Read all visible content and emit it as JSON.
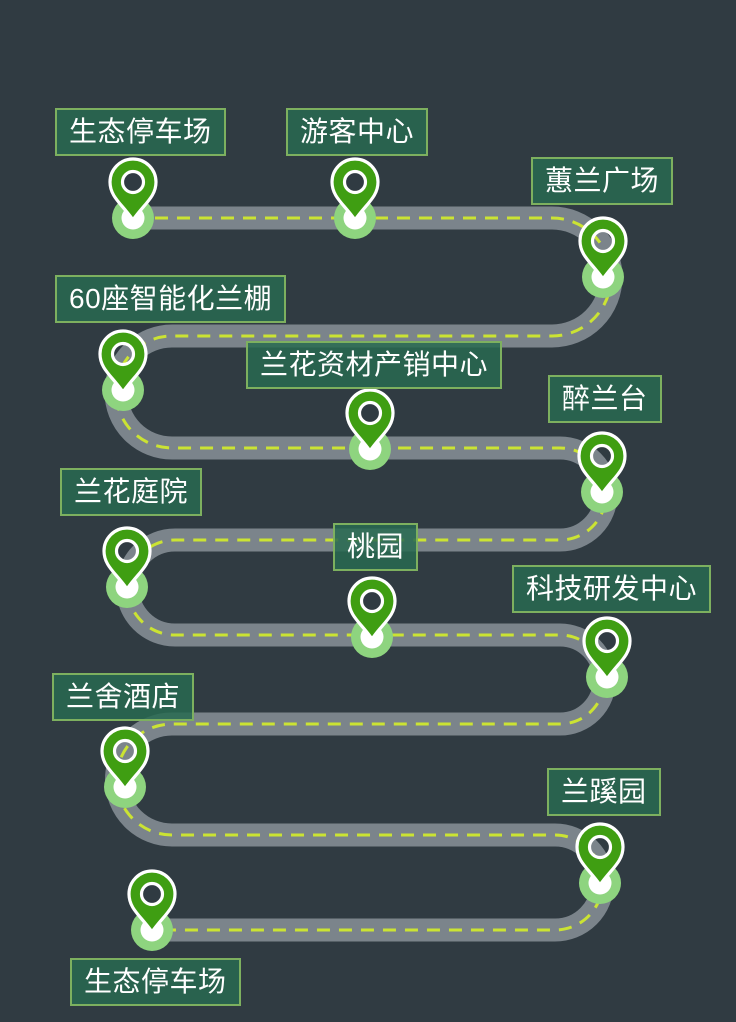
{
  "canvas": {
    "background_color": "#303b42"
  },
  "route": {
    "surface_color": "#7b848b",
    "centerline_color": "#cbe333",
    "style": "serpentine road with dashed chartreuse centerline, runs top-left to bottom-left through 8 switchbacks"
  },
  "pin_style": {
    "marker_color": "#3f9e12",
    "base_color": "#8ed47f",
    "outline_color": "#ffffff"
  },
  "label_style": {
    "background": "rgba(40,106,80,0.85)",
    "border_color": "#7db05f",
    "text_color": "#ffffff"
  },
  "stops": [
    {
      "label": "生态停车场"
    },
    {
      "label": "游客中心"
    },
    {
      "label": "蕙兰广场"
    },
    {
      "label": "60座智能化兰棚"
    },
    {
      "label": "兰花资材产销中心"
    },
    {
      "label": "醉兰台"
    },
    {
      "label": "兰花庭院"
    },
    {
      "label": "桃园"
    },
    {
      "label": "科技研发中心"
    },
    {
      "label": "兰舍酒店"
    },
    {
      "label": "兰蹊园"
    },
    {
      "label": "生态停车场"
    }
  ]
}
